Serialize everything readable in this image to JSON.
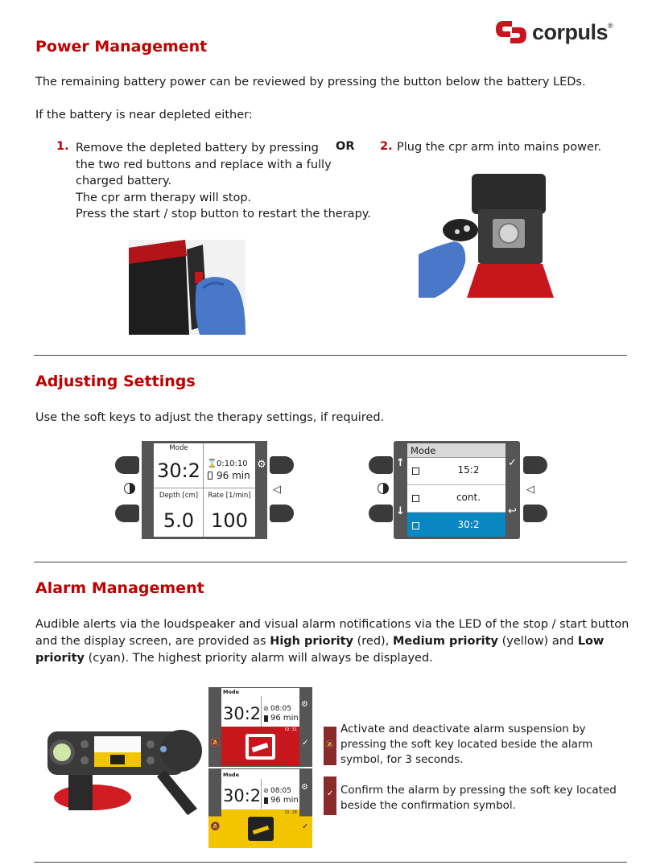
{
  "brand": {
    "name": "corpuls",
    "reg": "®"
  },
  "power": {
    "heading": "Power Management",
    "intro": "The remaining battery power can be reviewed by pressing the button below the battery LEDs.",
    "near_depleted": "If the battery is near depleted either:",
    "step1_num": "1.",
    "step1_lines": [
      "Remove the depleted battery by pressing",
      "the two red buttons and replace with a fully",
      "charged battery.",
      "The cpr arm therapy will stop.",
      "Press the start / stop button to restart the therapy."
    ],
    "or": "OR",
    "step2_num": "2.",
    "step2_text": "Plug the cpr arm into mains power."
  },
  "settings": {
    "heading": "Adjusting Settings",
    "intro": "Use the soft keys to adjust the therapy settings, if required.",
    "screen1": {
      "mode_label": "Mode",
      "mode_value": "30:2",
      "timer": "0:10:10",
      "battery": "96 min",
      "depth_label": "Depth [cm]",
      "depth_value": "5.0",
      "rate_label": "Rate [1/min]",
      "rate_value": "100"
    },
    "screen2": {
      "title": "Mode",
      "options": [
        "15:2",
        "cont.",
        "30:2"
      ],
      "selected_index": 2
    }
  },
  "alarm": {
    "heading": "Alarm Management",
    "intro_parts": {
      "p1": "Audible alerts via the loudspeaker and visual alarm notifications via the LED of the stop / start button and the display screen, are provided as ",
      "high": "High priority",
      "p2": " (red), ",
      "medium": "Medium priority",
      "p3": " (yellow) and ",
      "low": "Low priority",
      "p4": " (cyan). The highest priority alarm will always be displayed."
    },
    "screen_red": {
      "mode_label": "Mode",
      "mode_value": "30:2",
      "time": "08:05",
      "battery": "96 min",
      "id": "ID: 31"
    },
    "screen_yellow": {
      "mode_label": "Mode",
      "mode_value": "30:2",
      "time": "08:05",
      "battery": "96 min",
      "id": "ID: 28"
    },
    "suspension_text": "Activate and deactivate alarm suspension by pressing the soft key located beside the alarm symbol, for 3 seconds.",
    "confirm_text": "Confirm the alarm by pressing the soft key located beside the confirmation symbol."
  },
  "colors": {
    "heading": "#c00000",
    "selected": "#0a86c2",
    "alarm_red": "#c8161d",
    "alarm_yellow": "#f2c500",
    "marker": "#8a2b2b"
  }
}
